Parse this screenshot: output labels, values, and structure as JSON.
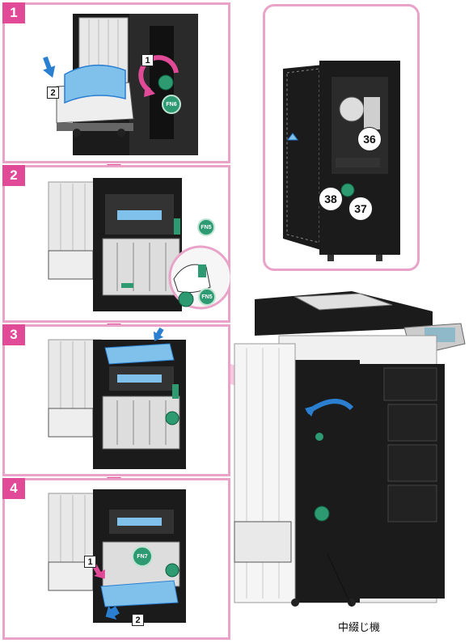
{
  "steps": [
    {
      "number": "1",
      "sub_labels": [
        "1",
        "2"
      ],
      "fn_tag": "FN6"
    },
    {
      "number": "2",
      "fn_tags": [
        "FN5",
        "FN5"
      ]
    },
    {
      "number": "3"
    },
    {
      "number": "4",
      "sub_labels": [
        "1",
        "2"
      ],
      "fn_tag": "FN7"
    }
  ],
  "detail": {
    "callouts": [
      "36",
      "38",
      "37"
    ]
  },
  "caption": "中綴じ機",
  "colors": {
    "accent": "#e14a97",
    "frame": "#e9a3c9",
    "arrow_blue": "#2a7fd1",
    "fn_green": "#2e9a72"
  }
}
